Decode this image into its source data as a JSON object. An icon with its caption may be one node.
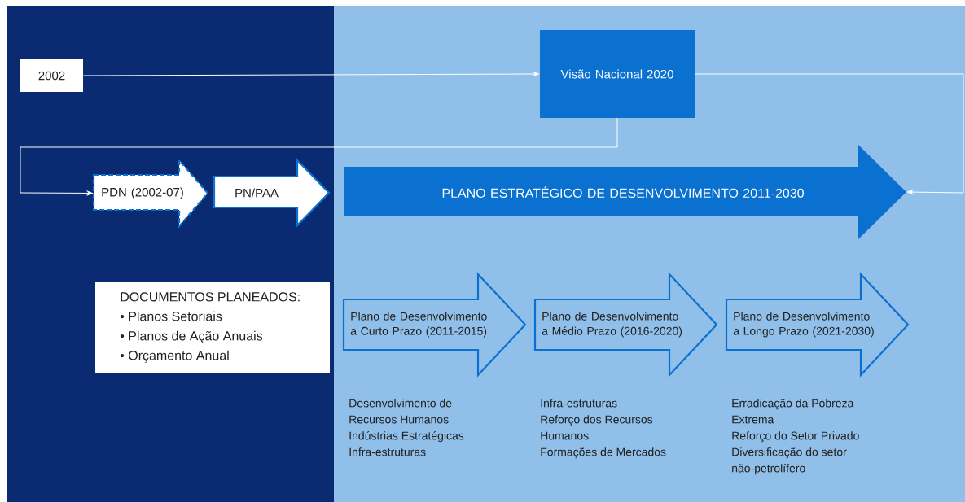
{
  "diagram": {
    "nodes": [
      {
        "text": [
          "2002"
        ]
      },
      {
        "text": [
          "Visão Nacional 2020"
        ]
      },
      {
        "text": [
          "PDN (2002-07)"
        ]
      },
      {
        "text": [
          "PN/PAA"
        ]
      },
      {
        "text": [
          "PLANO ESTRATÉGICO DE DESENVOLVIMENTO 2011-2030"
        ]
      },
      {
        "text": [
          "DOCUMENTOS PLANEADOS:",
          "• Planos Setoriais",
          "• Planos de Ação Anuais",
          "• Orçamento Anual"
        ]
      },
      {
        "text": [
          "Plano de Desenvolvimento a Curto Prazo (2011-2015)"
        ],
        "beside": [
          "Desenvolvimento de Recursos Humanos",
          "Indústrias Estratégicas",
          "Infra-estruturas"
        ]
      },
      {
        "text": [
          "Plano de Desenvolvimento a Médio Prazo (2016-2020)"
        ],
        "beside": [
          "Infra-estruturas",
          "Reforço dos Recursos Humanos",
          "Formações de Mercados"
        ]
      },
      {
        "text": [
          "Plano de Desenvolvimento a Longo Prazo (2021-2030)"
        ],
        "beside": [
          "Erradicação da Pobreza Extrema",
          "Reforço do Setor Privado",
          "Diversificação do setor não-petrolífero"
        ]
      }
    ],
    "edges": [
      {
        "from": 0,
        "to": 1,
        "arrow": "to"
      },
      {
        "from": 1,
        "to": 2,
        "arrow": "to"
      },
      {
        "from": 1,
        "to": 4,
        "arrow": "to"
      }
    ]
  }
}
